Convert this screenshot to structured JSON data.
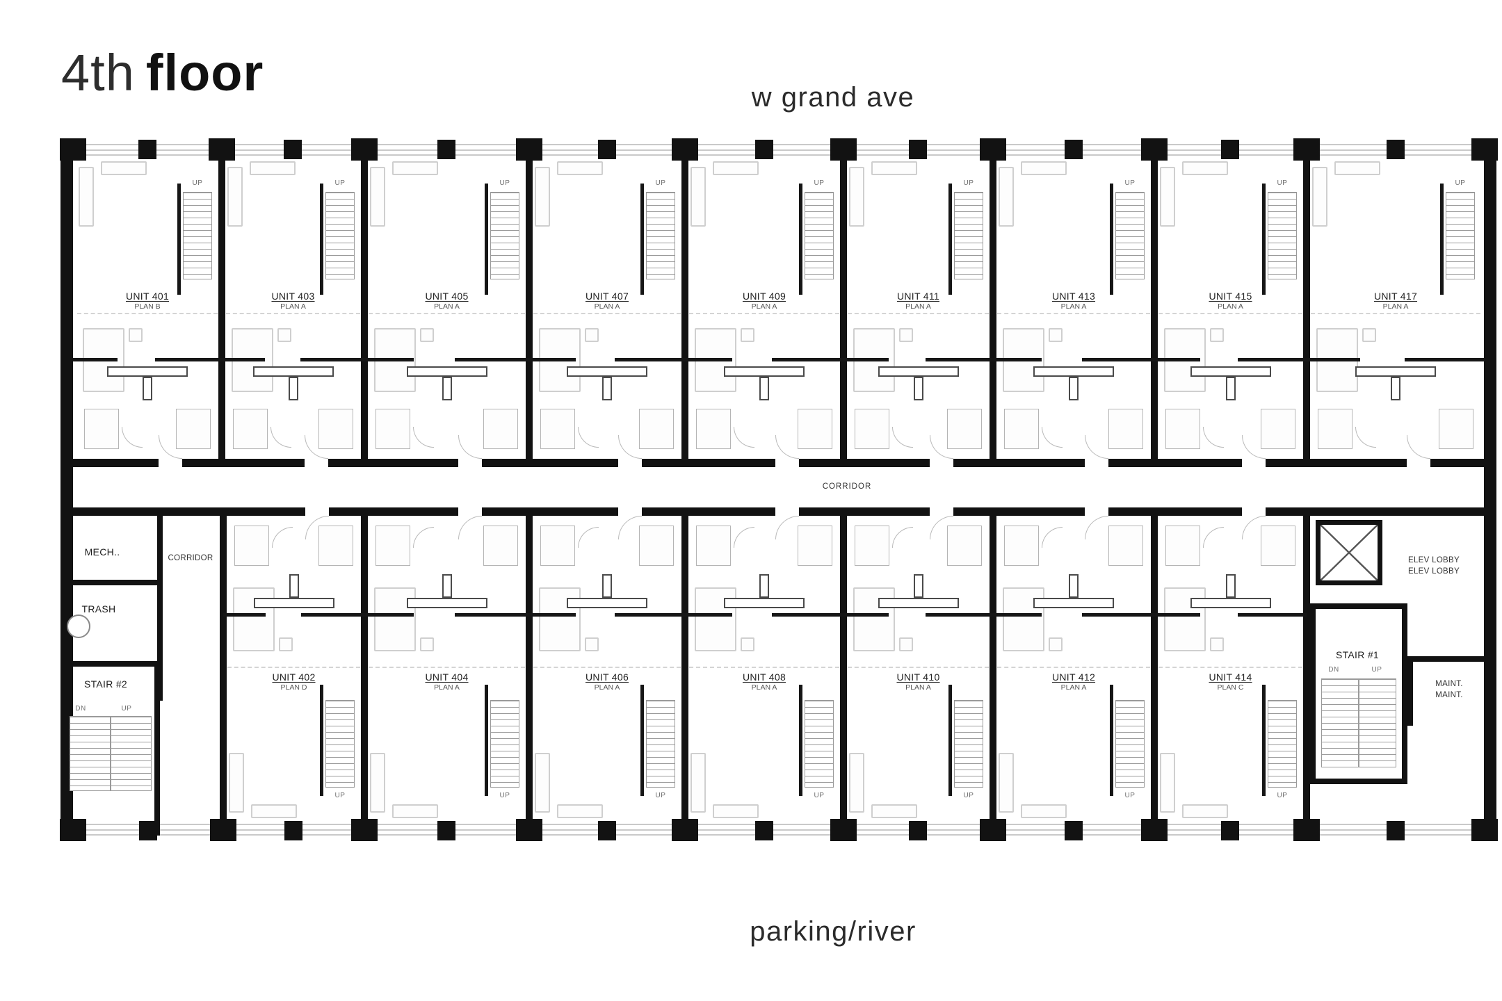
{
  "title": {
    "light": "4th",
    "bold": "floor"
  },
  "streets": {
    "top": "w grand ave",
    "bottom": "parking/river"
  },
  "corridor": {
    "label": "CORRIDOR"
  },
  "left_rooms": {
    "mech": "MECH..",
    "corridor": "CORRIDOR",
    "trash": "TRASH",
    "stair2": "STAIR #2"
  },
  "right_rooms": {
    "elev_lobby_line1": "ELEV LOBBY",
    "elev_lobby_line2": "ELEV LOBBY",
    "stair1": "STAIR #1",
    "maint_line1": "MAINT.",
    "maint_line2": "MAINT."
  },
  "stair_labels": {
    "up": "UP",
    "dn": "DN"
  },
  "units_top": [
    {
      "name": "UNIT 401",
      "plan": "PLAN B"
    },
    {
      "name": "UNIT 403",
      "plan": "PLAN A"
    },
    {
      "name": "UNIT 405",
      "plan": "PLAN A"
    },
    {
      "name": "UNIT 407",
      "plan": "PLAN A"
    },
    {
      "name": "UNIT 409",
      "plan": "PLAN A"
    },
    {
      "name": "UNIT 411",
      "plan": "PLAN A"
    },
    {
      "name": "UNIT 413",
      "plan": "PLAN A"
    },
    {
      "name": "UNIT 415",
      "plan": "PLAN A"
    },
    {
      "name": "UNIT 417",
      "plan": "PLAN A"
    }
  ],
  "units_bottom": [
    {
      "name": "UNIT 402",
      "plan": "PLAN D"
    },
    {
      "name": "UNIT 404",
      "plan": "PLAN A"
    },
    {
      "name": "UNIT 406",
      "plan": "PLAN A"
    },
    {
      "name": "UNIT 408",
      "plan": "PLAN A"
    },
    {
      "name": "UNIT 410",
      "plan": "PLAN A"
    },
    {
      "name": "UNIT 412",
      "plan": "PLAN A"
    },
    {
      "name": "UNIT 414",
      "plan": "PLAN C"
    }
  ]
}
